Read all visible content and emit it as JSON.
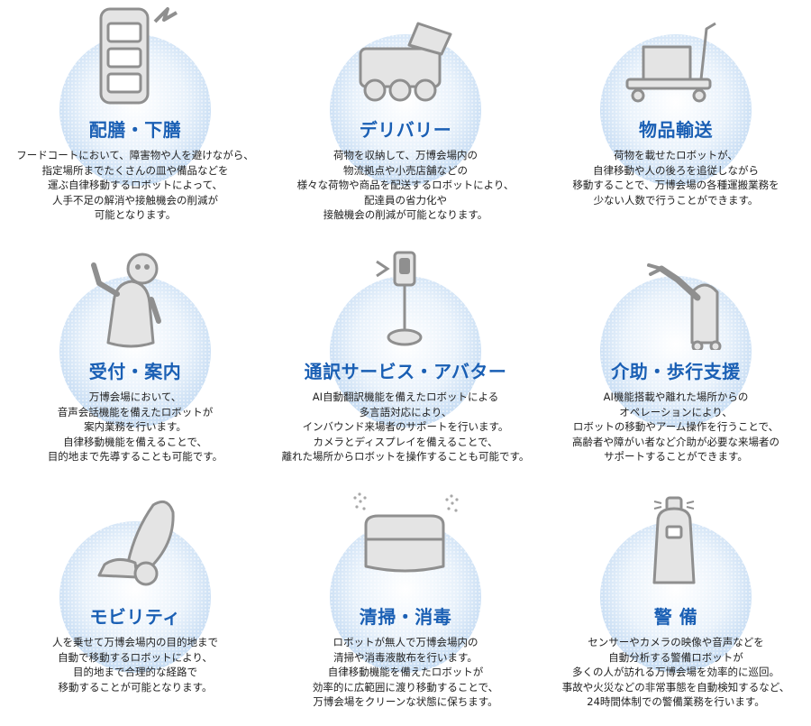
{
  "items": [
    {
      "title": "配膳・下膳",
      "icon": "serving-robot-icon",
      "lines": [
        "フードコートにおいて、障害物や人を避けながら、",
        "指定場所までたくさんの皿や備品などを",
        "運ぶ自律移動するロボットによって、",
        "人手不足の解消や接触機会の削減が",
        "可能となります。"
      ]
    },
    {
      "title": "デリバリー",
      "icon": "delivery-robot-icon",
      "lines": [
        "荷物を収納して、万博会場内の",
        "物流拠点や小売店舗などの",
        "様々な荷物や商品を配送するロボットにより、",
        "配達員の省力化や",
        "接触機会の削減が可能となります。"
      ]
    },
    {
      "title": "物品輸送",
      "icon": "cart-robot-icon",
      "lines": [
        "荷物を載せたロボットが、",
        "自律移動や人の後ろを追従しながら",
        "移動することで、万博会場の各種運搬業務を",
        "少ない人数で行うことができます。"
      ]
    },
    {
      "title": "受付・案内",
      "icon": "reception-robot-icon",
      "lines": [
        "万博会場において、",
        "音声会話機能を備えたロボットが",
        "案内業務を行います。",
        "自律移動機能を備えることで、",
        "目的地まで先導することも可能です。"
      ]
    },
    {
      "title": "通訳サービス・アバター",
      "icon": "avatar-robot-icon",
      "lines": [
        "AI自動翻訳機能を備えたロボットによる",
        "多言語対応により、",
        "インバウンド来場者のサポートを行います。",
        "カメラとディスプレイを備えることで、",
        "離れた場所からロボットを操作することも可能です。"
      ]
    },
    {
      "title": "介助・歩行支援",
      "icon": "assist-robot-icon",
      "lines": [
        "AI機能搭載や離れた場所からの",
        "オペレーションにより、",
        "ロボットの移動やアーム操作を行うことで、",
        "高齢者や障がい者など介助が必要な来場者の",
        "サポートすることができます。"
      ]
    },
    {
      "title": "モビリティ",
      "icon": "mobility-robot-icon",
      "lines": [
        "人を乗せて万博会場内の目的地まで",
        "自動で移動するロボットにより、",
        "目的地まで合理的な経路で",
        "移動することが可能となります。"
      ]
    },
    {
      "title": "清掃・消毒",
      "icon": "cleaning-robot-icon",
      "lines": [
        "ロボットが無人で万博会場内の",
        "清掃や消毒液散布を行います。",
        "自律移動機能を備えたロボットが",
        "効率的に広範囲に渡り移動することで、",
        "万博会場をクリーンな状態に保ちます。"
      ]
    },
    {
      "title": "警 備",
      "icon": "security-robot-icon",
      "lines": [
        "センサーやカメラの映像や音声などを",
        "自動分析する警備ロボットが",
        "多くの人が訪れる万博会場を効率的に巡回。",
        "事故や火災などの非常事態を自動検知するなど、",
        "24時間体制での警備業務を行います。"
      ]
    }
  ],
  "colors": {
    "title": "#1a5fb4",
    "robot_fill": "#e4e4e4",
    "robot_stroke": "#8f8f8f",
    "halo": "#c9def4"
  }
}
